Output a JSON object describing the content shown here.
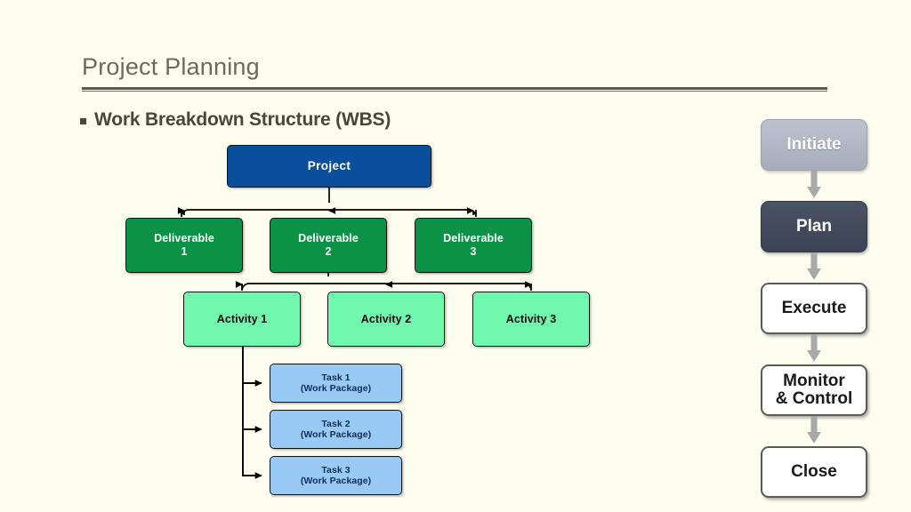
{
  "slide": {
    "title": "Project Planning",
    "heading": "Work Breakdown Structure (WBS)",
    "background_color": "#FEFEF0",
    "title_color": "#6E6A5B",
    "heading_color": "#4A4639"
  },
  "wbs": {
    "project": {
      "label": "Project",
      "fill": "#0A4F9C",
      "text_color": "#FFFFFF"
    },
    "deliverables": [
      {
        "line1": "Deliverable",
        "line2": "1",
        "fill": "#0C9246",
        "text_color": "#FFFFFF"
      },
      {
        "line1": "Deliverable",
        "line2": "2",
        "fill": "#0C9246",
        "text_color": "#FFFFFF"
      },
      {
        "line1": "Deliverable",
        "line2": "3",
        "fill": "#0C9246",
        "text_color": "#FFFFFF"
      }
    ],
    "activities": [
      {
        "label": "Activity 1",
        "fill": "#70F9AE",
        "text_color": "#0A0A0A"
      },
      {
        "label": "Activity 2",
        "fill": "#70F9AE",
        "text_color": "#0A0A0A"
      },
      {
        "label": "Activity 3",
        "fill": "#70F9AE",
        "text_color": "#0A0A0A"
      }
    ],
    "tasks": [
      {
        "line1": "Task 1",
        "line2": "(Work Package)",
        "fill": "#99C9F5",
        "text_color": "#0E2F55"
      },
      {
        "line1": "Task 2",
        "line2": "(Work Package)",
        "fill": "#99C9F5",
        "text_color": "#0E2F55"
      },
      {
        "line1": "Task 3",
        "line2": "(Work Package)",
        "fill": "#99C9F5",
        "text_color": "#0E2F55"
      }
    ]
  },
  "process_flow": {
    "arrow_color": "#A9A9A9",
    "active_phase": "Plan",
    "phases": [
      {
        "label": "Initiate",
        "style": "filled-light",
        "fill": "#AEB4C2",
        "text_color": "#FFFFFF"
      },
      {
        "label": "Plan",
        "style": "filled-dark",
        "fill": "#434B5E",
        "text_color": "#FFFFFF"
      },
      {
        "label": "Execute",
        "style": "outline",
        "fill": "#FFFFFF",
        "text_color": "#1A1A1A"
      },
      {
        "label_line1": "Monitor",
        "label_line2": "& Control",
        "style": "outline",
        "fill": "#FFFFFF",
        "text_color": "#1A1A1A"
      },
      {
        "label": "Close",
        "style": "outline",
        "fill": "#FFFFFF",
        "text_color": "#1A1A1A"
      }
    ]
  }
}
